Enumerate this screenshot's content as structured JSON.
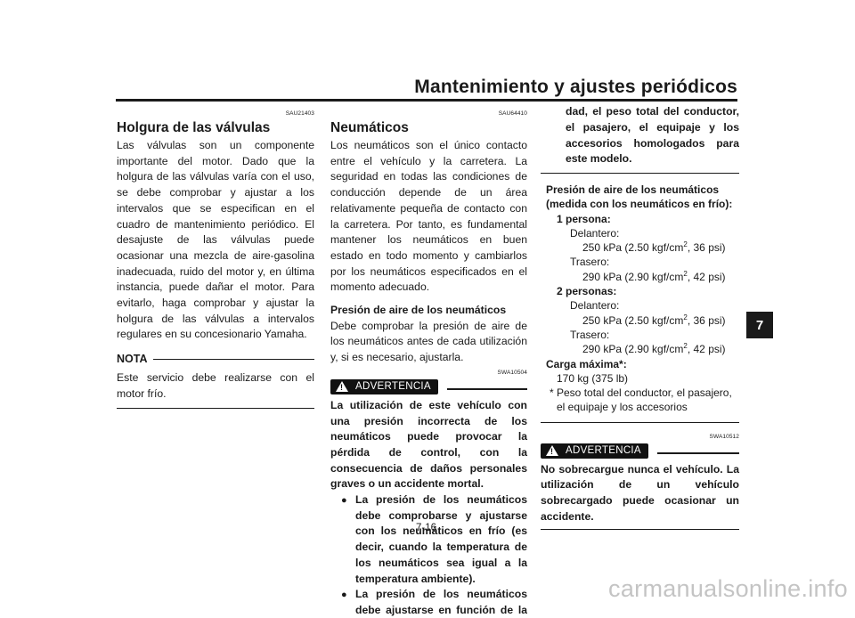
{
  "header": {
    "title": "Mantenimiento y ajustes periódicos"
  },
  "col1": {
    "code": "SAU21403",
    "title": "Holgura de las válvulas",
    "body": "Las válvulas son un componente importante del motor. Dado que la holgura de las válvulas varía con el uso, se debe comprobar y ajustar a los intervalos que se especifican en el cuadro de mantenimiento periódico. El desajuste de las válvulas puede ocasionar una mezcla de aire-gasolina inadecuada, ruido del motor y, en última instancia, puede dañar el motor. Para evitarlo, haga comprobar y ajustar la holgura de las válvulas a intervalos regulares en su concesionario Yamaha.",
    "nota_label": "NOTA",
    "nota_text": "Este servicio debe realizarse con el motor frío."
  },
  "col2": {
    "code": "SAU64410",
    "title": "Neumáticos",
    "body": "Los neumáticos son el único contacto entre el vehículo y la carretera. La seguridad en todas las condiciones de conducción depende de un área relativamente pequeña de contacto con la carretera. Por tanto, es fundamental mantener los neumáticos en buen estado en todo momento y cambiarlos por los neumáticos especificados en el momento adecuado.",
    "subhead": "Presión de aire de los neumáticos",
    "sub_body": "Debe comprobar la presión de aire de los neumáticos antes de cada utilización y, si es necesario, ajustarla.",
    "warning_code": "SWA10504",
    "warning_label": "ADVERTENCIA",
    "warning_text": "La utilización de este vehículo con una presión incorrecta de los neumáticos puede provocar la pérdida de control, con la consecuencia de daños personales graves o un accidente mortal.",
    "bullets": [
      "La presión de los neumáticos debe comprobarse y ajustarse con los neumáticos en frío (es decir, cuando la temperatura de los neumáticos sea igual a la temperatura ambiente).",
      "La presión de los neumáticos debe ajustarse en función de la velocidad, el peso total del conductor, el pasajero, el equipaje y los accesorios homologados para este modelo."
    ]
  },
  "col3": {
    "table": {
      "title1": "Presión de aire de los neumáticos",
      "title2": "(medida con los neumáticos en frío):",
      "p1_label": "1 persona:",
      "p1_front_label": "Delantero:",
      "p1_front_value": "250 kPa (2.50 kgf/cm",
      "p1_front_tail": ", 36 psi)",
      "p1_rear_label": "Trasero:",
      "p1_rear_value": "290 kPa (2.90 kgf/cm",
      "p1_rear_tail": ", 42 psi)",
      "p2_label": "2 personas:",
      "p2_front_label": "Delantero:",
      "p2_front_value": "250 kPa (2.50 kgf/cm",
      "p2_front_tail": ", 36 psi)",
      "p2_rear_label": "Trasero:",
      "p2_rear_value": "290 kPa (2.90 kgf/cm",
      "p2_rear_tail": ", 42 psi)",
      "sq": "2",
      "max_label": "Carga máxima*:",
      "max_value": "170 kg (375 lb)",
      "footnote1": "* Peso total del conductor, el pasajero,",
      "footnote2": "el equipaje y los accesorios"
    },
    "warning_code": "SWA10512",
    "warning_label": "ADVERTENCIA",
    "warning_text": "No sobrecargue nunca el vehículo. La utilización de un vehículo sobrecargado puede ocasionar un accidente."
  },
  "page_number": "7-16",
  "chapter_tab": "7",
  "watermark": "carmanualsonline.info",
  "icons": {
    "warning": "warning-triangle-icon",
    "bullet": "filled-circle-bullet-icon"
  }
}
